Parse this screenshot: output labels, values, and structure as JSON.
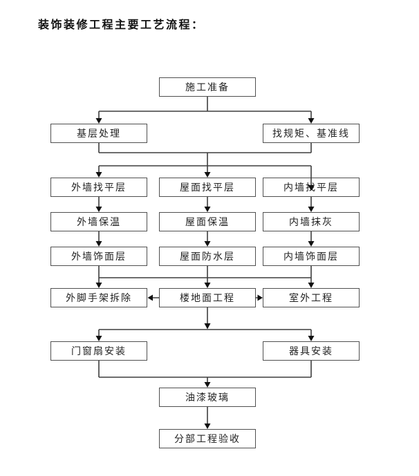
{
  "title": "装饰装修工程主要工艺流程：",
  "flowchart": {
    "nodes": {
      "prep": {
        "label": "施工准备"
      },
      "base_treatment": {
        "label": "基层处理"
      },
      "guideline": {
        "label": "找规矩、基准线"
      },
      "ext_wall_leveling": {
        "label": "外墙找平层"
      },
      "roof_leveling": {
        "label": "屋面找平层"
      },
      "int_wall_leveling": {
        "label": "内墙找平层"
      },
      "ext_wall_insulation": {
        "label": "外墙保温"
      },
      "roof_insulation": {
        "label": "屋面保温"
      },
      "int_wall_plastering": {
        "label": "内墙抹灰"
      },
      "ext_wall_finish": {
        "label": "外墙饰面层"
      },
      "roof_waterproofing": {
        "label": "屋面防水层"
      },
      "int_wall_finish": {
        "label": "内墙饰面层"
      },
      "scaffold_removal": {
        "label": "外脚手架拆除"
      },
      "floor_works": {
        "label": "楼地面工程"
      },
      "outdoor_works": {
        "label": "室外工程"
      },
      "door_window_install": {
        "label": "门窗扇安装"
      },
      "fixture_install": {
        "label": "器具安装"
      },
      "paint_glass": {
        "label": "油漆玻璃"
      },
      "acceptance": {
        "label": "分部工程验收"
      }
    },
    "edges": [
      [
        "prep",
        "base_treatment"
      ],
      [
        "prep",
        "guideline"
      ],
      [
        "base_treatment",
        "ext_wall_leveling"
      ],
      [
        "base_treatment",
        "roof_leveling"
      ],
      [
        "base_treatment",
        "int_wall_leveling"
      ],
      [
        "guideline",
        "ext_wall_leveling"
      ],
      [
        "guideline",
        "roof_leveling"
      ],
      [
        "guideline",
        "int_wall_leveling"
      ],
      [
        "ext_wall_leveling",
        "ext_wall_insulation"
      ],
      [
        "roof_leveling",
        "roof_insulation"
      ],
      [
        "int_wall_leveling",
        "int_wall_plastering"
      ],
      [
        "ext_wall_insulation",
        "ext_wall_finish"
      ],
      [
        "roof_insulation",
        "roof_waterproofing"
      ],
      [
        "int_wall_plastering",
        "int_wall_finish"
      ],
      [
        "ext_wall_finish",
        "scaffold_removal"
      ],
      [
        "ext_wall_finish",
        "floor_works"
      ],
      [
        "ext_wall_finish",
        "outdoor_works"
      ],
      [
        "roof_waterproofing",
        "scaffold_removal"
      ],
      [
        "roof_waterproofing",
        "floor_works"
      ],
      [
        "roof_waterproofing",
        "outdoor_works"
      ],
      [
        "int_wall_finish",
        "scaffold_removal"
      ],
      [
        "int_wall_finish",
        "floor_works"
      ],
      [
        "int_wall_finish",
        "outdoor_works"
      ],
      [
        "floor_works",
        "scaffold_removal"
      ],
      [
        "floor_works",
        "outdoor_works"
      ],
      [
        "floor_works",
        "door_window_install"
      ],
      [
        "floor_works",
        "fixture_install"
      ],
      [
        "door_window_install",
        "paint_glass"
      ],
      [
        "fixture_install",
        "paint_glass"
      ],
      [
        "paint_glass",
        "acceptance"
      ]
    ],
    "colors": {
      "background": "#ffffff",
      "line": "#3d3d3d",
      "arrow": "#111111",
      "box_border": "#4f4f4f",
      "text": "#222222"
    }
  }
}
